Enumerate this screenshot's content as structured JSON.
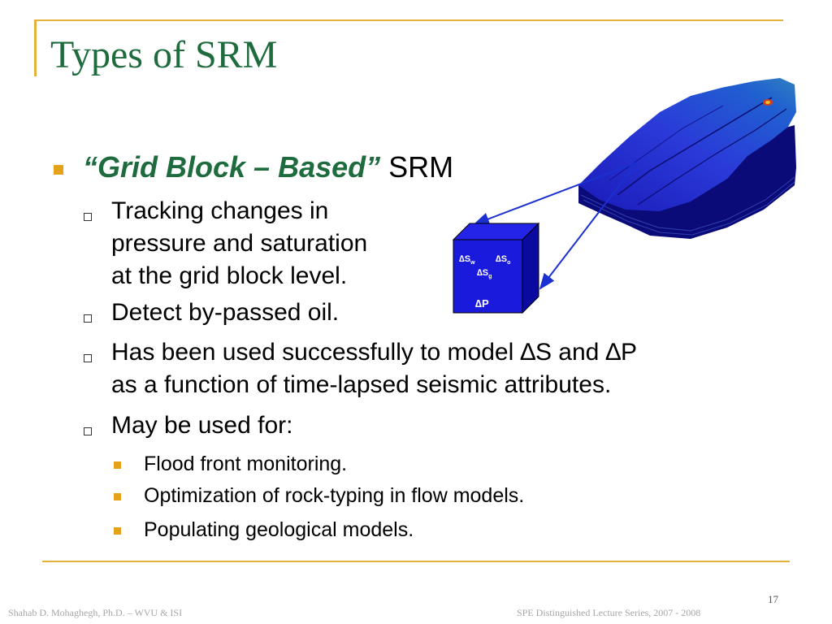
{
  "slide": {
    "title": "Types of SRM",
    "heading_em": "“Grid Block – Based”",
    "heading_rest": " SRM",
    "items": [
      {
        "lines": [
          "Tracking changes in",
          "pressure and saturation",
          "at the grid block level."
        ]
      },
      {
        "lines": [
          "Detect by-passed oil."
        ]
      },
      {
        "lines": [
          "Has been used successfully to model ∆S and ∆P",
          "as a function of time-lapsed seismic attributes."
        ]
      },
      {
        "lines": [
          "May be used for:"
        ]
      }
    ],
    "sub_items": [
      "Flood front monitoring.",
      "Optimization of rock-typing in flow models.",
      "Populating geological models."
    ]
  },
  "cube": {
    "sw": "∆S",
    "sw_sub": "w",
    "so": "∆S",
    "so_sub": "o",
    "sg": "∆S",
    "sg_sub": "g",
    "p": "∆P",
    "face_color": "#1a1adc",
    "top_color": "#2424e8",
    "side_color": "#0a0aa0",
    "label_color": "#ffffff"
  },
  "footer": {
    "left": "Shahab D. Mohaghegh, Ph.D. – WVU & ISI",
    "right": "SPE Distinguished Lecture Series, 2007 - 2008",
    "page": "17"
  },
  "colors": {
    "accent_gold": "#e3b23c",
    "title_green": "#1e6b3e",
    "reservoir_blue": "#1428c8"
  }
}
